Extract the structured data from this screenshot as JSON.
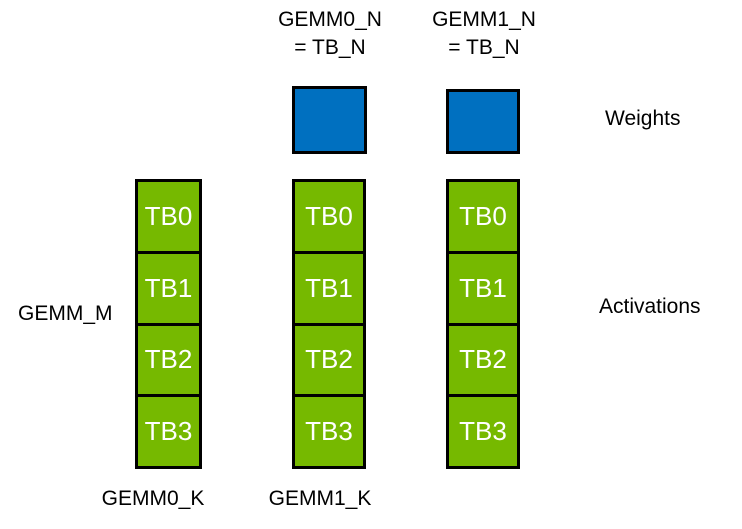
{
  "colors": {
    "activation_green": "#76B900",
    "weight_blue": "#0070C0",
    "outline": "#000000",
    "label_text": "#000000",
    "tb_text": "#FFFFFF",
    "canvas_bg": "#FFFFFF"
  },
  "diagram": {
    "column_headers": [
      {
        "line1": "GEMM0_N",
        "line2": "= TB_N"
      },
      {
        "line1": "GEMM1_N",
        "line2": "= TB_N"
      }
    ],
    "side_labels": {
      "weights": "Weights",
      "activations": "Activations"
    },
    "row_label_left": "GEMM_M",
    "column_footers": [
      "GEMM0_K",
      "GEMM1_K"
    ],
    "activation_columns": [
      {
        "cells": [
          "TB0",
          "TB1",
          "TB2",
          "TB3"
        ]
      },
      {
        "cells": [
          "TB0",
          "TB1",
          "TB2",
          "TB3"
        ]
      },
      {
        "cells": [
          "TB0",
          "TB1",
          "TB2",
          "TB3"
        ]
      }
    ]
  }
}
